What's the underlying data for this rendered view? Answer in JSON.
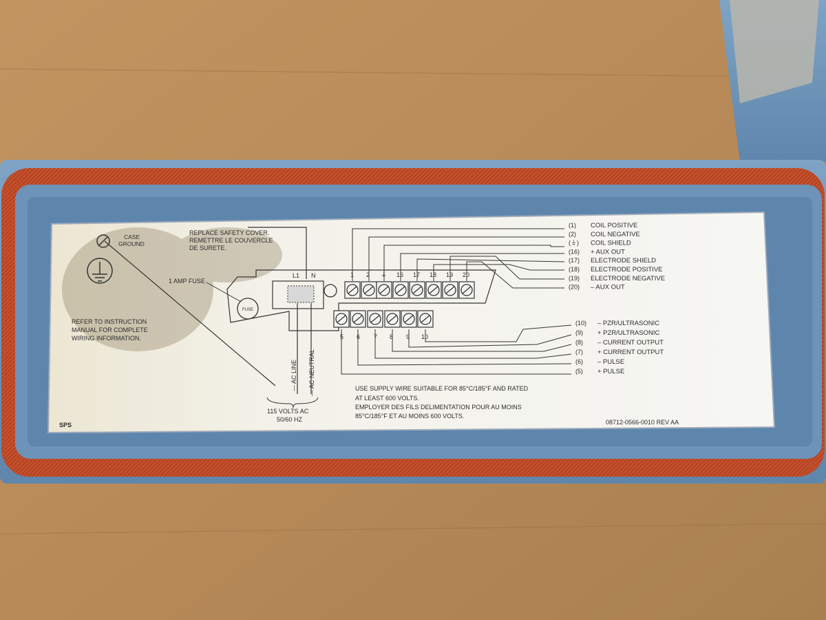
{
  "label": {
    "top_left": {
      "case_ground": [
        "CASE",
        "GROUND"
      ],
      "safety_cover": [
        "REPLACE SAFETY COVER.",
        "REMETTRE LE COUVERCLE",
        "DE SURETE."
      ],
      "fuse_label": "1 AMP FUSE",
      "fuse_text": "FUSE",
      "instruction": [
        "REFER TO INSTRUCTION",
        "MANUAL FOR COMPLETE",
        "WIRING INFORMATION."
      ]
    },
    "power": {
      "l1": "L1",
      "n": "N",
      "ac_line": "— AC LINE",
      "ac_neutral": "— AC NEUTRAL",
      "volts": "115 VOLTS AC",
      "hz": "50/60 HZ"
    },
    "top_terminal_numbers": [
      "1",
      "2",
      "⏚",
      "16",
      "17",
      "18",
      "19",
      "20"
    ],
    "bottom_terminal_numbers": [
      "5",
      "6",
      "7",
      "8",
      "9",
      "10"
    ],
    "top_legend": [
      {
        "code": "(1)",
        "text": "COIL POSITIVE"
      },
      {
        "code": "(2)",
        "text": "COIL NEGATIVE"
      },
      {
        "code": "(⏚)",
        "text": "COIL SHIELD"
      },
      {
        "code": "(16)",
        "text": "+  AUX OUT"
      },
      {
        "code": "(17)",
        "text": "ELECTRODE SHIELD"
      },
      {
        "code": "(18)",
        "text": "ELECTRODE POSITIVE"
      },
      {
        "code": "(19)",
        "text": "ELECTRODE NEGATIVE"
      },
      {
        "code": "(20)",
        "text": "– AUX OUT"
      }
    ],
    "bottom_legend": [
      {
        "code": "(10)",
        "text": "– PZR/ULTRASONIC"
      },
      {
        "code": "(9)",
        "text": "+ PZR/ULTRASONIC"
      },
      {
        "code": "(8)",
        "text": "– CURRENT OUTPUT"
      },
      {
        "code": "(7)",
        "text": "+ CURRENT OUTPUT"
      },
      {
        "code": "(6)",
        "text": "–  PULSE"
      },
      {
        "code": "(5)",
        "text": "+ PULSE"
      }
    ],
    "wire_note": [
      "USE SUPPLY WIRE SUITABLE FOR 85°C/185°F AND RATED",
      "AT LEAST 600 VOLTS.",
      "EMPLOYER DES FILS DELIMENTATION POUR AU MOINS",
      "85°C/185°F ET AU MOINS 600 VOLTS."
    ],
    "sps": "SPS",
    "part_number": "08712-0566-0010   REV  AA"
  },
  "colors": {
    "cardboard": "#b98c5c",
    "housing_blue": "#6f94b8",
    "gasket_red": "#c4502c",
    "plate_white": "#f1efe6"
  }
}
